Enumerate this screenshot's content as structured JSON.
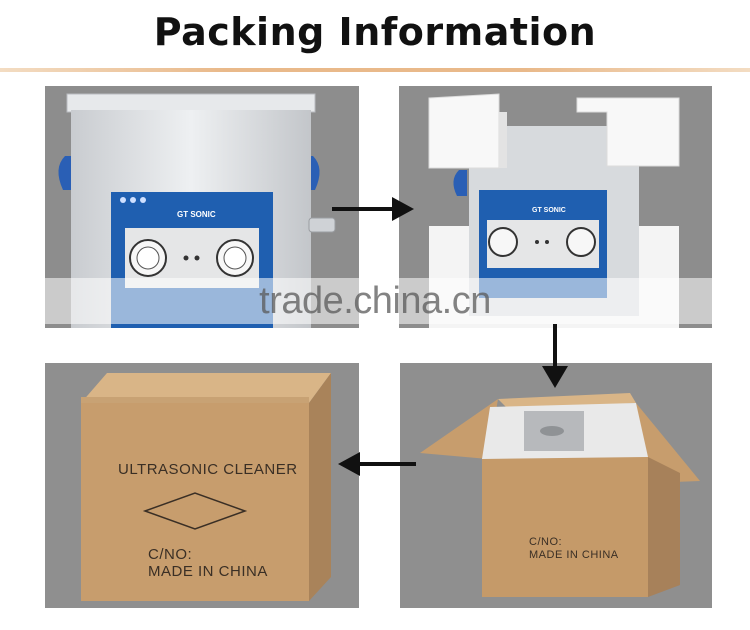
{
  "header": {
    "title": "Packing Information"
  },
  "watermark": {
    "text": "trade.china.cn"
  },
  "device": {
    "brand": "GT SONIC"
  },
  "box": {
    "product_label": "ULTRASONIC CLEANER",
    "cno_label": "C/NO:",
    "origin_label": "MADE IN CHINA"
  },
  "colors": {
    "panel_bg": "#8f8f8f",
    "steel": "#d9dcdf",
    "blue_panel": "#1f5fb0",
    "cardboard": "#c49a6c",
    "foam": "#f6f6f6",
    "accent_rule": "#e9b98a"
  }
}
